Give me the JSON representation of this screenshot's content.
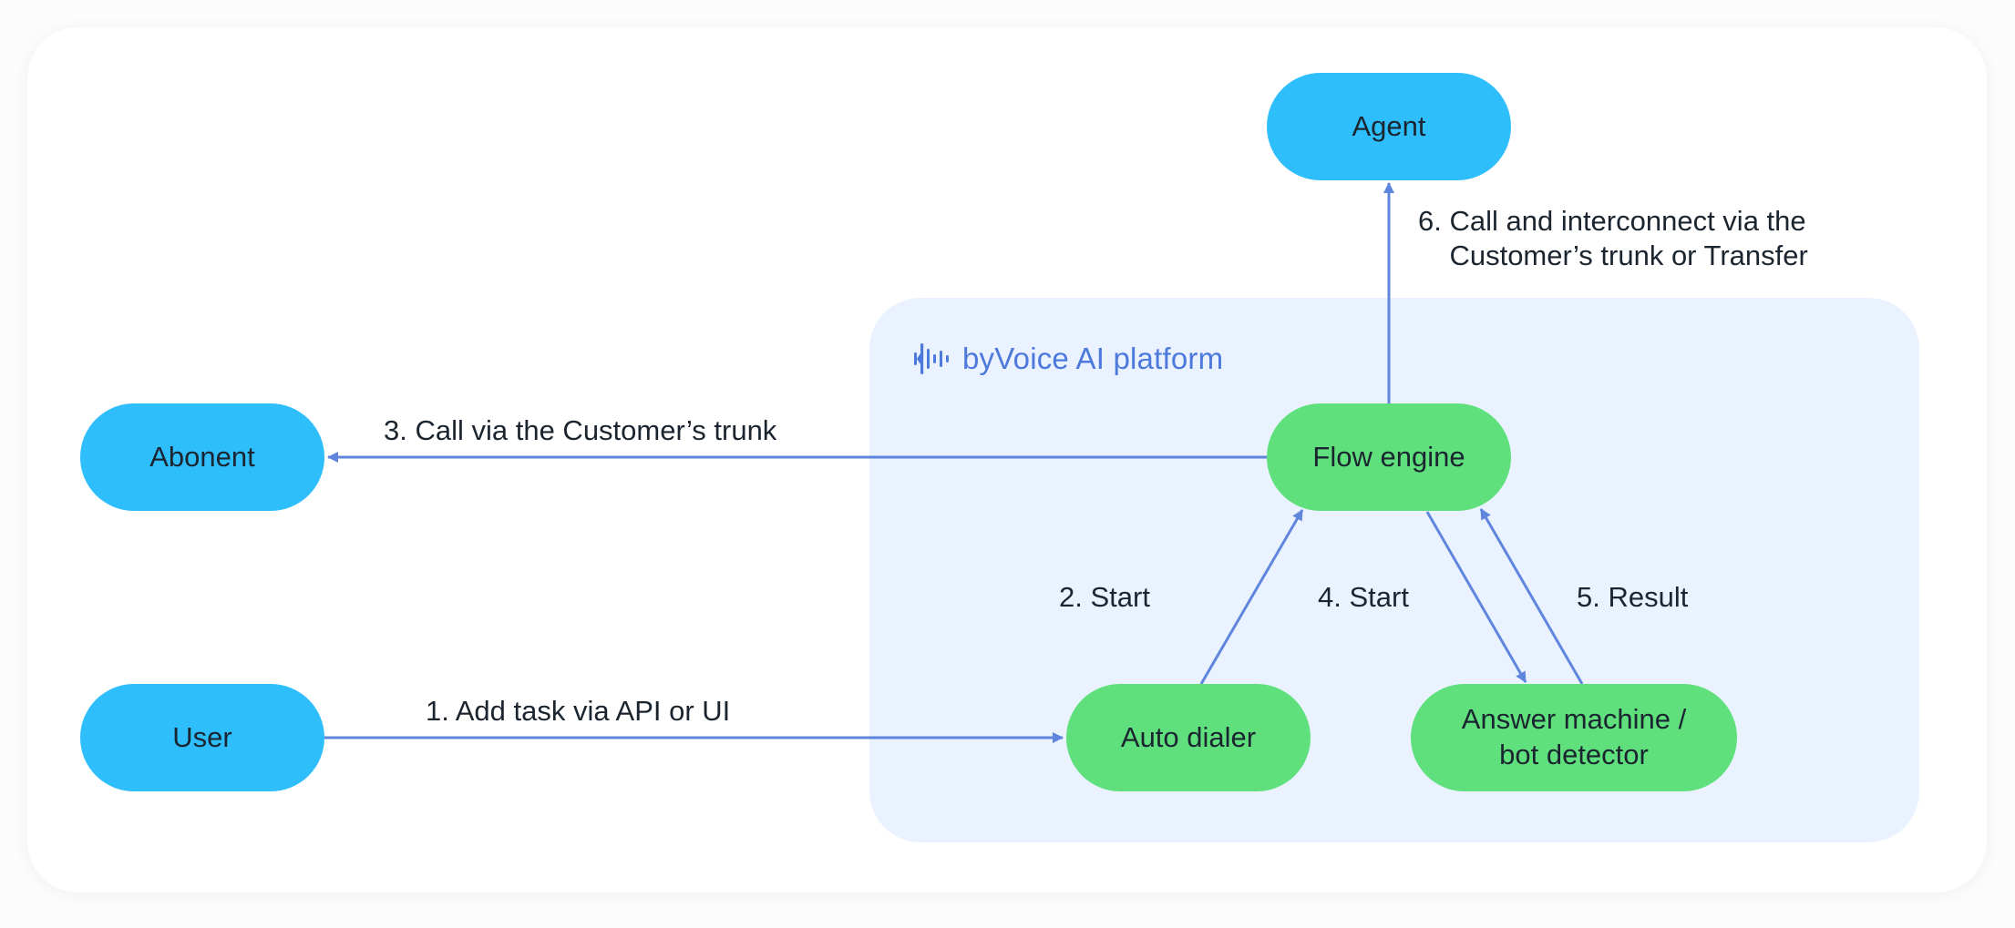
{
  "platform": {
    "label": "byVoice AI platform",
    "logo_icon": "waveform-logo-icon"
  },
  "nodes": {
    "agent": "Agent",
    "abonent": "Abonent",
    "user": "User",
    "flow_engine": "Flow engine",
    "auto_dialer": "Auto dialer",
    "answer_machine": "Answer machine /\nbot detector"
  },
  "edges": {
    "e1": "1. Add task via API or UI",
    "e2": "2. Start",
    "e3": "3. Call via the Customer’s trunk",
    "e4": "4. Start",
    "e5": "5. Result",
    "e6": "6. Call and interconnect via the\n    Customer’s trunk or Transfer"
  },
  "colors": {
    "external_node": "#2ebefc",
    "platform_node": "#5fe07d",
    "platform_bg": "#e9f2fe",
    "arrow": "#5f86dc",
    "platform_label": "#4c79db"
  }
}
